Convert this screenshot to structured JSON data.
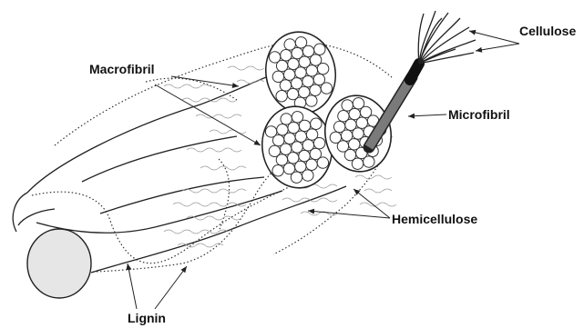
{
  "labels": {
    "cellulose": "Cellulose",
    "macrofibril": "Macrofibril",
    "microfibril": "Microfibril",
    "hemicellulose": "Hemicellulose",
    "lignin": "Lignin"
  },
  "colors": {
    "background": "#ffffff",
    "line": "#222222",
    "hemicellulose_wave": "#9a9a9a",
    "microfibril_rod": "#7a7a7a",
    "cross_section": "#e6e6e6"
  }
}
